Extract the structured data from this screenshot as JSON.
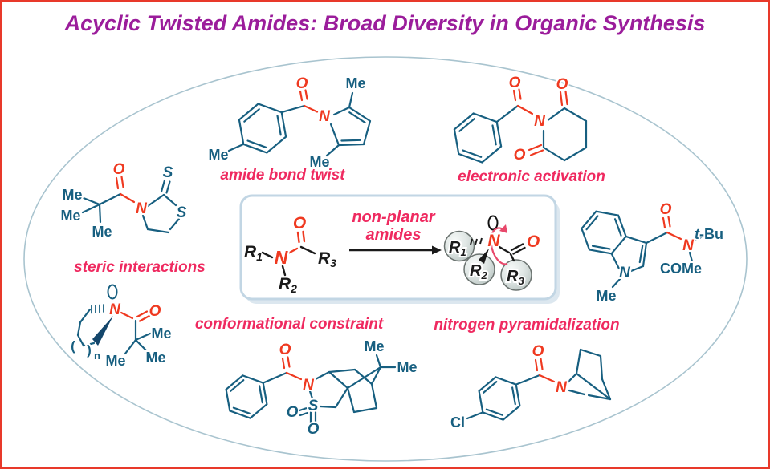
{
  "title": "Acyclic Twisted Amides: Broad Diversity in Organic Synthesis",
  "captions": {
    "amide_bond_twist": "amide bond twist",
    "electronic_activation": "electronic activation",
    "steric_interactions": "steric interactions",
    "conformational_constraint": "conformational constraint",
    "nitrogen_pyramidalization": "nitrogen pyramidalization"
  },
  "center_box": {
    "note_line1": "non-planar",
    "note_line2": "amides",
    "r": "R",
    "sub1": "1",
    "sub2": "2",
    "sub3": "3",
    "n": "N",
    "o": "O"
  },
  "structures": {
    "amide_bond_twist": {
      "o": "O",
      "n": "N",
      "me_top": "Me",
      "me_bottom": "Me",
      "me_para": "Me"
    },
    "electronic_activation": {
      "o_acyl": "O",
      "o_top": "O",
      "o_bottom": "O",
      "n": "N"
    },
    "steric_interactions": {
      "me1": "Me",
      "me2": "Me",
      "me3": "Me",
      "o": "O",
      "n": "N",
      "s_thione": "S",
      "s_ring": "S"
    },
    "indole_amide": {
      "o": "O",
      "n_amide": "N",
      "n_ring": "N",
      "me": "Me",
      "t_italic": "t",
      "t_rest": "-Bu",
      "come": "COMe"
    },
    "ring_lone_pair": {
      "n": "N",
      "o": "O",
      "me1": "Me",
      "me2": "Me",
      "me3": "Me",
      "paren_open": "(",
      "paren_close": ")",
      "sub_n": "n"
    },
    "conformational_constraint": {
      "o_acyl": "O",
      "n": "N",
      "s": "S",
      "o_left": "O",
      "o_bottom": "O",
      "me_top": "Me",
      "me_right": "Me"
    },
    "nitrogen_pyramidalization": {
      "o": "O",
      "n": "N",
      "cl": "Cl"
    }
  },
  "colors": {
    "title_purple": "#9B1D9B",
    "caption_pink": "#EF2A60",
    "bond_teal": "#175F80",
    "heteroatom_red": "#EF3920",
    "frame_border_red": "#E8392A",
    "ellipse_gray": "#A9C4CF",
    "box_border_blue": "#C2D6E4"
  }
}
